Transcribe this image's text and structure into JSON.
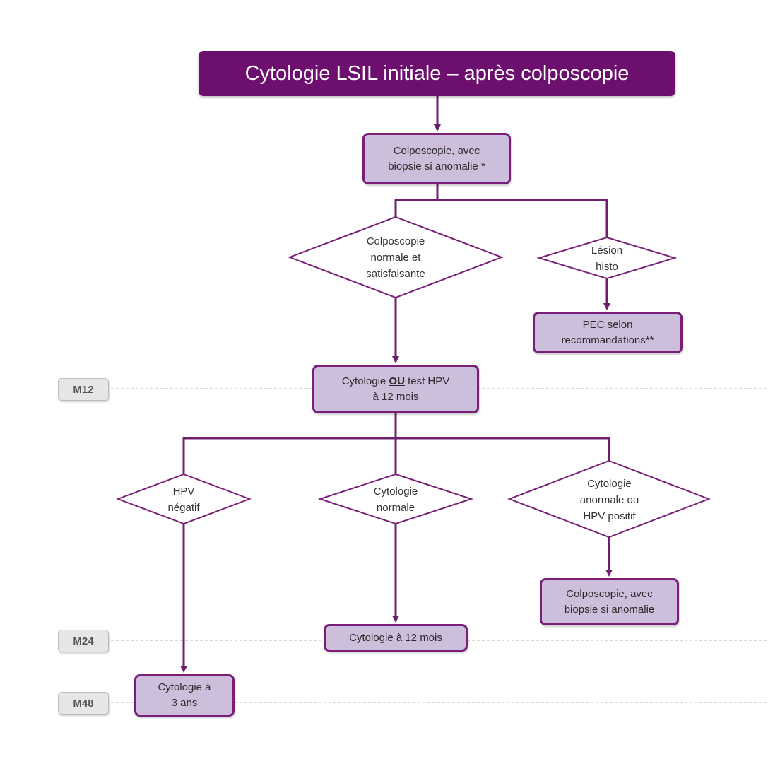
{
  "title": "Cytologie LSIL initiale  – après colposcopie",
  "colors": {
    "primary": "#6d0f6e",
    "box_fill": "#cdbfdb",
    "border": "#7a1f79",
    "milestone_fill": "#e6e6e6"
  },
  "boxes": {
    "colposcopie_initiale": {
      "line1": "Colposcopie, avec",
      "line2": "biopsie si anomalie *"
    },
    "pec": {
      "line1": "PEC selon",
      "line2": "recommandations**"
    },
    "cytologie_test_hpv": {
      "line1_pre": "Cytologie ",
      "line1_emph": "OU",
      "line1_post": " test HPV",
      "line2": "à 12 mois"
    },
    "colposcopie_finale": {
      "line1": "Colposcopie, avec",
      "line2": "biopsie si anomalie"
    },
    "cytologie_12_mois": {
      "line1": "Cytologie à 12 mois"
    },
    "cytologie_3_ans": {
      "line1": "Cytologie à",
      "line2": "3 ans"
    }
  },
  "decisions": {
    "colposcopie_normale": {
      "line1": "Colposcopie",
      "line2": "normale et",
      "line3": "satisfaisante"
    },
    "lesion_histo": {
      "line1": "Lésion",
      "line2": "histo"
    },
    "hpv_negatif": {
      "line1": "HPV",
      "line2": "négatif"
    },
    "cytologie_normale": {
      "line1": "Cytologie",
      "line2": "normale"
    },
    "cytologie_anormale": {
      "line1": "Cytologie",
      "line2": "anormale ou",
      "line3": "HPV positif"
    }
  },
  "milestones": {
    "m12": "M12",
    "m24": "M24",
    "m48": "M48"
  }
}
